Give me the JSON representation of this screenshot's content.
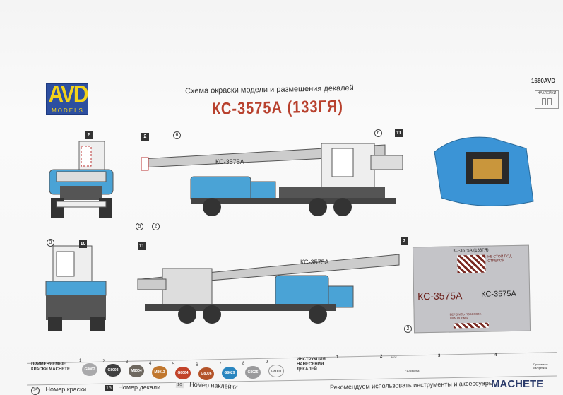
{
  "header": {
    "logo": {
      "main": "AVD",
      "sub": "MODELS"
    },
    "subtitle": "Схема окраски модели и размещения декалей",
    "title": "КС-3575А (133ГЯ)",
    "kit_code": "1680AVD",
    "stickers_label": "НАКЛЕЙКИ"
  },
  "boom_text": "КС-3575А",
  "decal_sheet": {
    "title": "КС-3575А (133ГЯ)",
    "reg_big": "КС-3575А",
    "warning": "НЕ СТОЙ ПОД СТРЕЛОЙ",
    "caution": "БЕРЕГИСЬ ПОВОРОТА ПЛАТФОРМЫ"
  },
  "paints": {
    "label": "ПРИМЕНЯЕМЫЕ КРАСКИ MACHETE",
    "items": [
      {
        "n": "1",
        "code": "G8002",
        "color": "#a9a9ab"
      },
      {
        "n": "2",
        "code": "G8003",
        "color": "#3f3f40"
      },
      {
        "n": "3",
        "code": "M8004",
        "color": "#6e6860"
      },
      {
        "n": "4",
        "code": "M8013",
        "color": "#c0772e"
      },
      {
        "n": "5",
        "code": "G8004",
        "color": "#c2432a"
      },
      {
        "n": "6",
        "code": "G8006",
        "color": "#b4542a"
      },
      {
        "n": "7",
        "code": "G8029",
        "color": "#2a86c0"
      },
      {
        "n": "8",
        "code": "G8025",
        "color": "#9a9a9c"
      },
      {
        "n": "9",
        "code": "G8001",
        "color": "#f4f4f4"
      }
    ]
  },
  "decal_instructions": {
    "label": "ИНСТРУКЦИЯ НАНЕСЕНИЯ ДЕКАЛЕЙ",
    "steps": [
      "1",
      "2",
      "3",
      "4"
    ],
    "step2_note": "30°C",
    "step2_time": "~10 секунд",
    "step4_note": "Прижимать салфеткой"
  },
  "legend": {
    "paint_num": "25",
    "paint_label": "Номер краски",
    "decal_num": "15",
    "decal_label": "Номер декали",
    "sticker_num": "10",
    "sticker_label": "Номер наклейки"
  },
  "recommend": "Рекомендуем использовать инструменты и аксессуары",
  "brand": "MACHETE",
  "colors": {
    "cab_blue": "#4aa3d6",
    "boom_gray": "#c8c8c8",
    "title_red": "#b8412e"
  }
}
